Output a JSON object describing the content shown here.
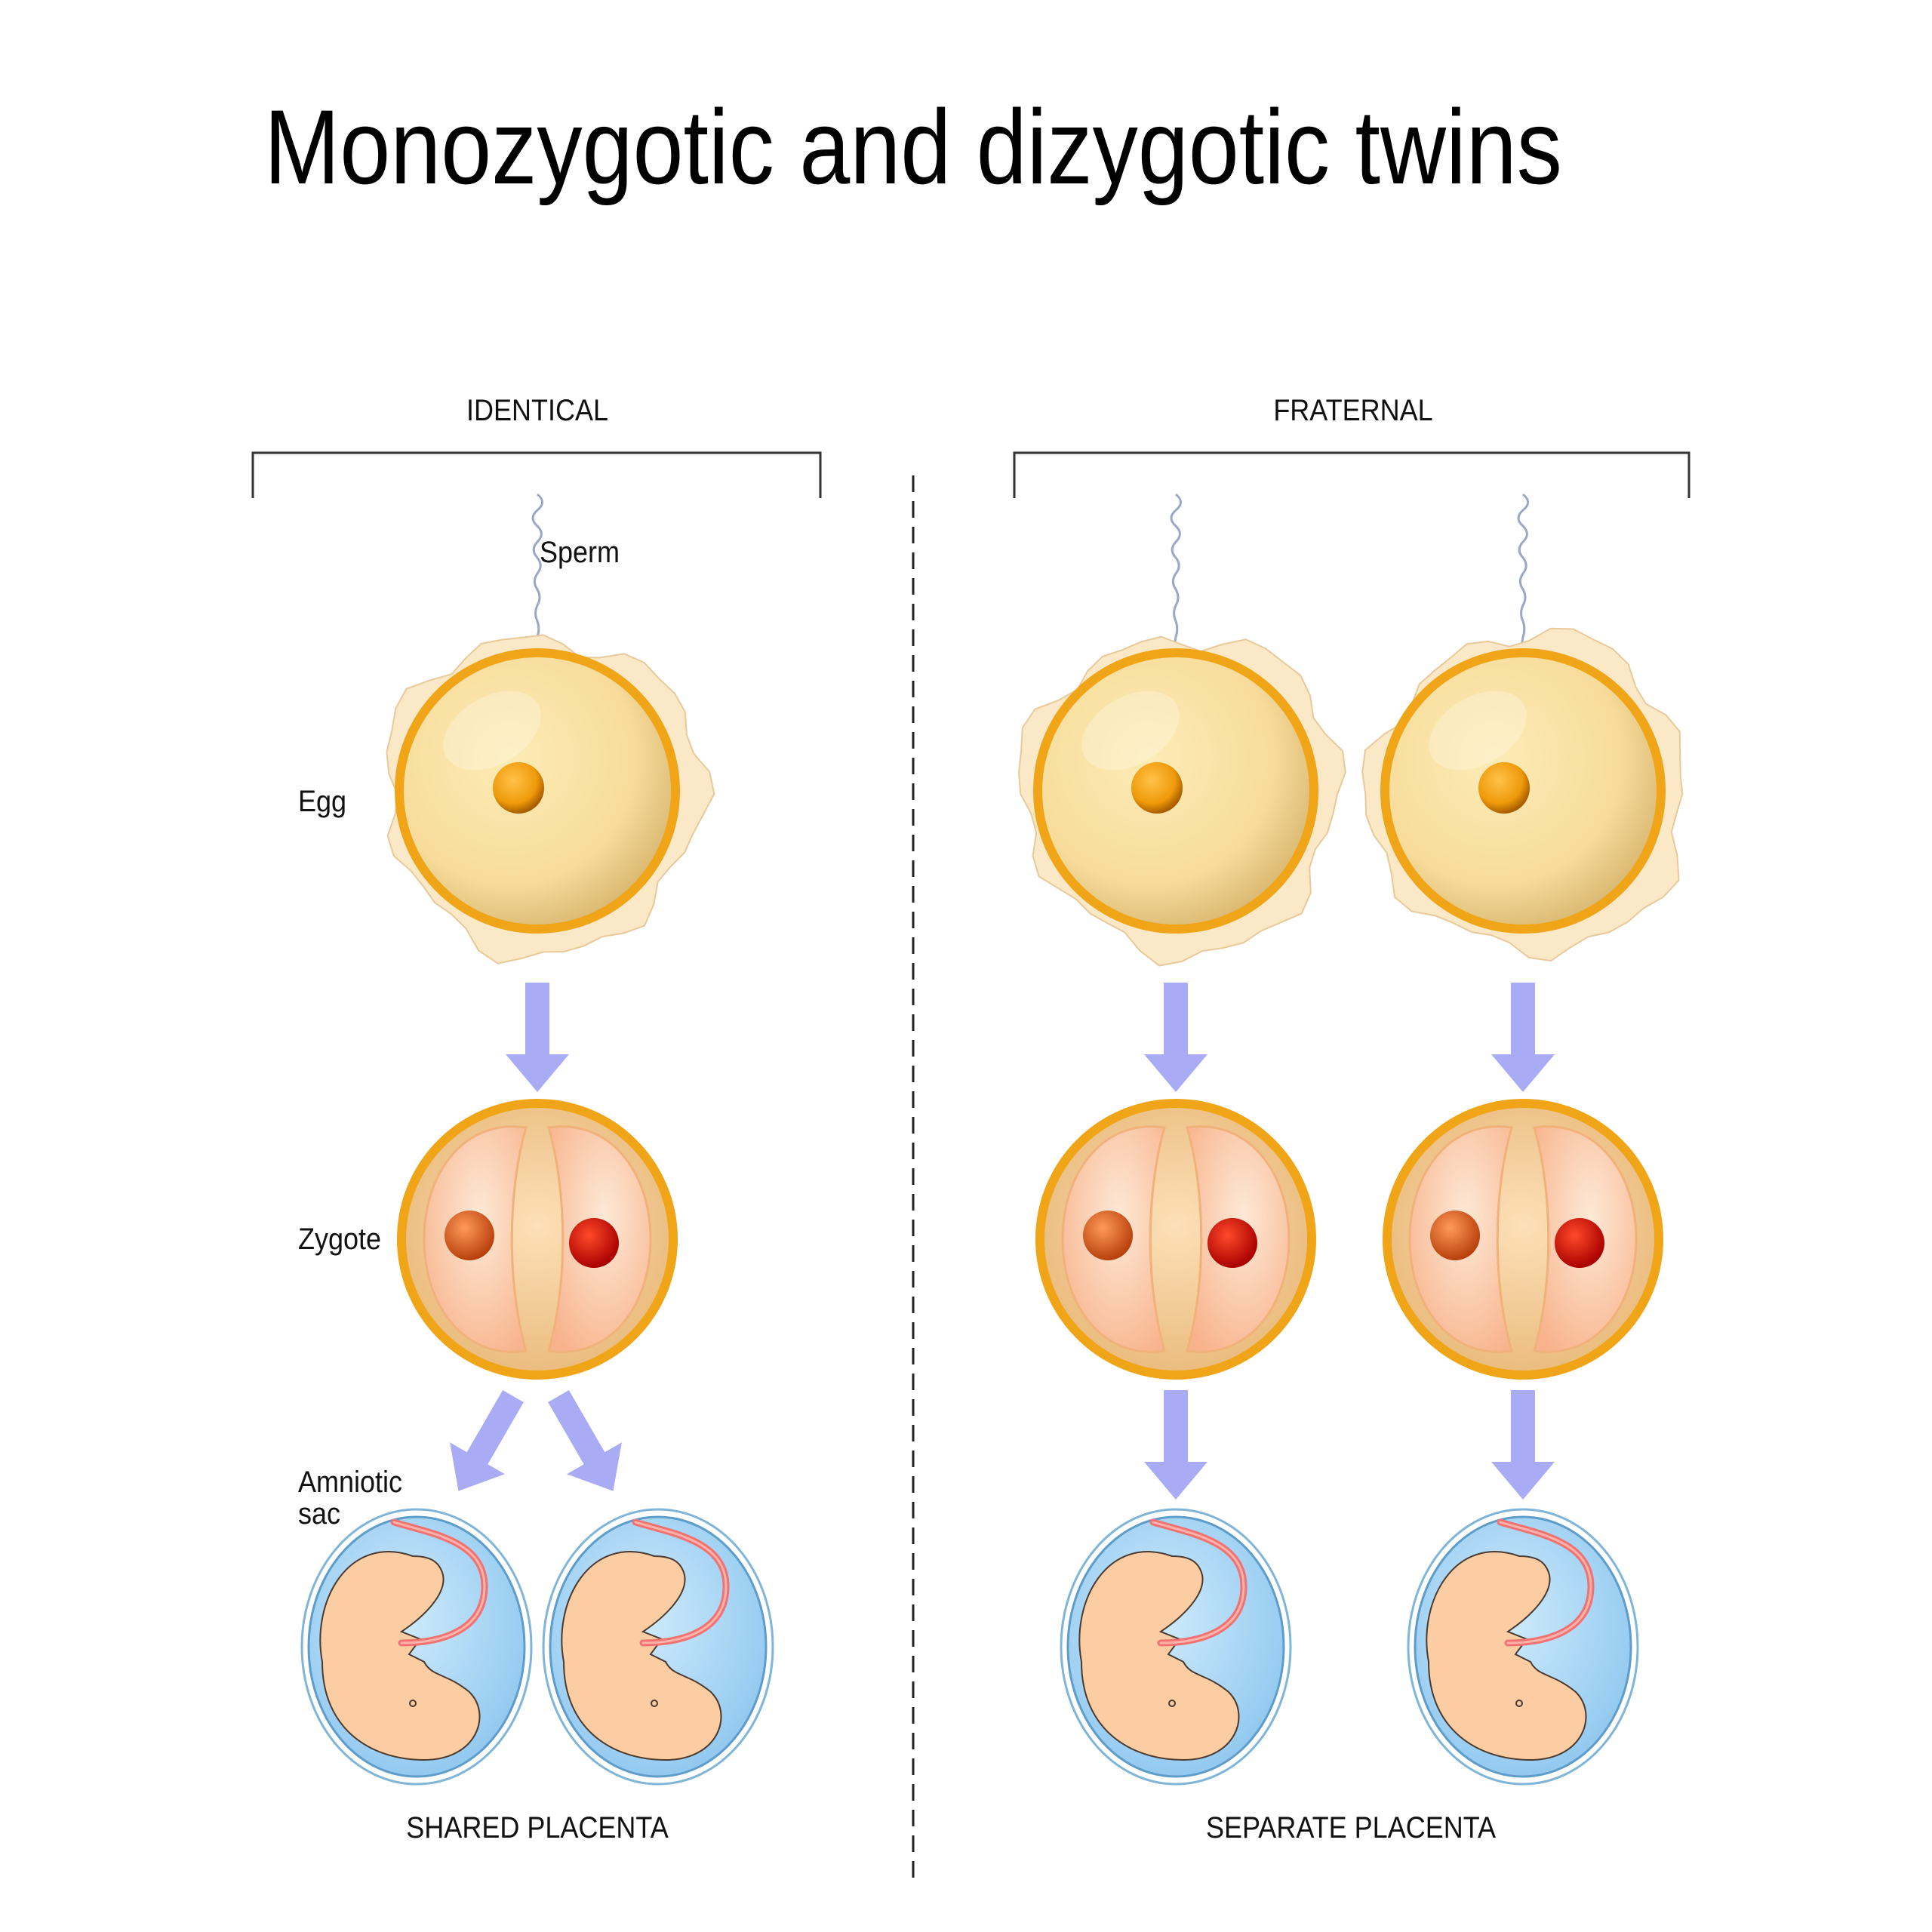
{
  "title": "Monozygotic and dizygotic twins",
  "groups": {
    "identical": {
      "heading": "IDENTICAL",
      "footer": "SHARED PLACENTA"
    },
    "fraternal": {
      "heading": "FRATERNAL",
      "footer": "SEPARATE PLACENTA"
    }
  },
  "labels": {
    "sperm": "Sperm",
    "egg": "Egg",
    "zygote": "Zygote",
    "amniotic_line1": "Amniotic",
    "amniotic_line2": "sac"
  },
  "colors": {
    "egg_fill": "#f7dc9b",
    "zona_ring": "#f0a417",
    "cumulus": "#fbe8c6",
    "nucleus": "#f3a10f",
    "sperm_head": "#b9e5fb",
    "arrow": "#a9abf5",
    "zygote_fill": "#fbc79a",
    "nucleus_a": "#e8561e",
    "nucleus_b": "#e10c00",
    "sac_fill": "#a9d8f7",
    "embryo": "#fccda3",
    "cord": "#f07272"
  },
  "icons": [
    "sperm-icon",
    "egg-icon",
    "zygote-icon",
    "embryo-icon",
    "down-arrow-icon"
  ]
}
